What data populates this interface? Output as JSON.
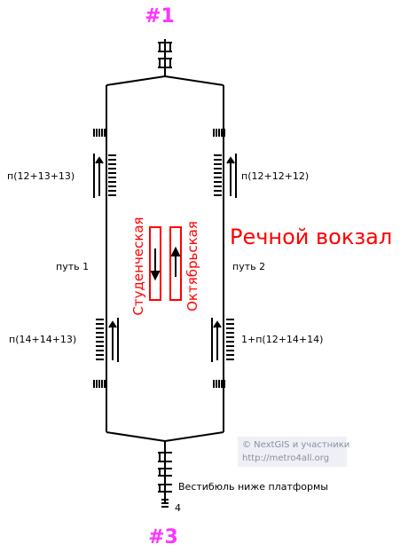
{
  "station": {
    "title": "Речной вокзал",
    "title_color": "#ff0000"
  },
  "exits": {
    "top": "#1",
    "bottom": "#3",
    "color": "#ff33ff"
  },
  "tracks": {
    "left": "путь 1",
    "right": "путь 2"
  },
  "directions": {
    "left": "Студенческая",
    "right": "Октябрьская",
    "color": "#ff0000"
  },
  "stairs": {
    "upper_left": "п(12+13+13)",
    "upper_right": "п(12+12+12)",
    "lower_left": "п(14+14+13)",
    "lower_right": "1+п(12+14+14)"
  },
  "vestibule": {
    "label": "Вестибюль ниже платформы",
    "steps": "4"
  },
  "credits": {
    "line1": "© NextGIS и участники",
    "line2": "http://metro4all.org"
  }
}
